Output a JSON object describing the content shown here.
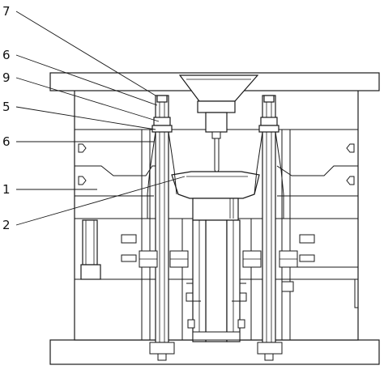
{
  "callouts": [
    {
      "id": "c7a",
      "text": "7"
    },
    {
      "id": "c6a",
      "text": "6"
    },
    {
      "id": "c9",
      "text": "9"
    },
    {
      "id": "c5",
      "text": "5"
    },
    {
      "id": "c6b",
      "text": "6"
    },
    {
      "id": "c1",
      "text": "1"
    },
    {
      "id": "c2",
      "text": "2"
    }
  ]
}
